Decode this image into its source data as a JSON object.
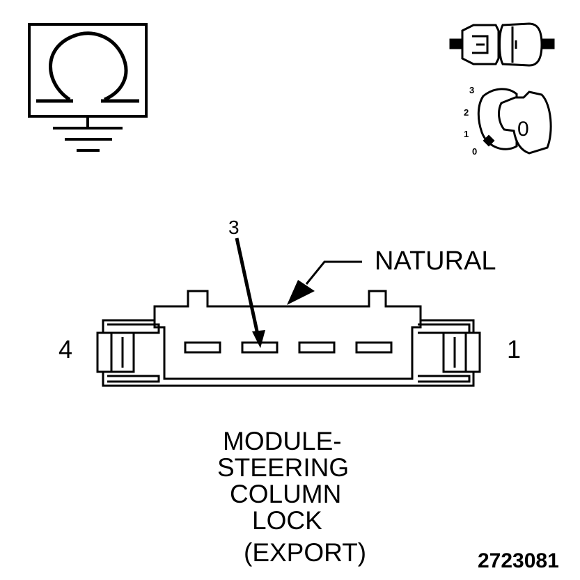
{
  "figure_id": "2723081",
  "connector": {
    "color_label": "NATURAL",
    "pin_labels": {
      "left": "4",
      "right": "1",
      "callout": "3"
    }
  },
  "title_lines": [
    "MODULE-",
    "STEERING",
    "COLUMN",
    "LOCK",
    "(EXPORT)"
  ],
  "ignition_icon": {
    "positions": [
      "3",
      "2",
      "1",
      "0"
    ],
    "key_label": "0"
  },
  "icons": [
    "ground-icon",
    "connector-icon",
    "ignition-key-icon"
  ]
}
